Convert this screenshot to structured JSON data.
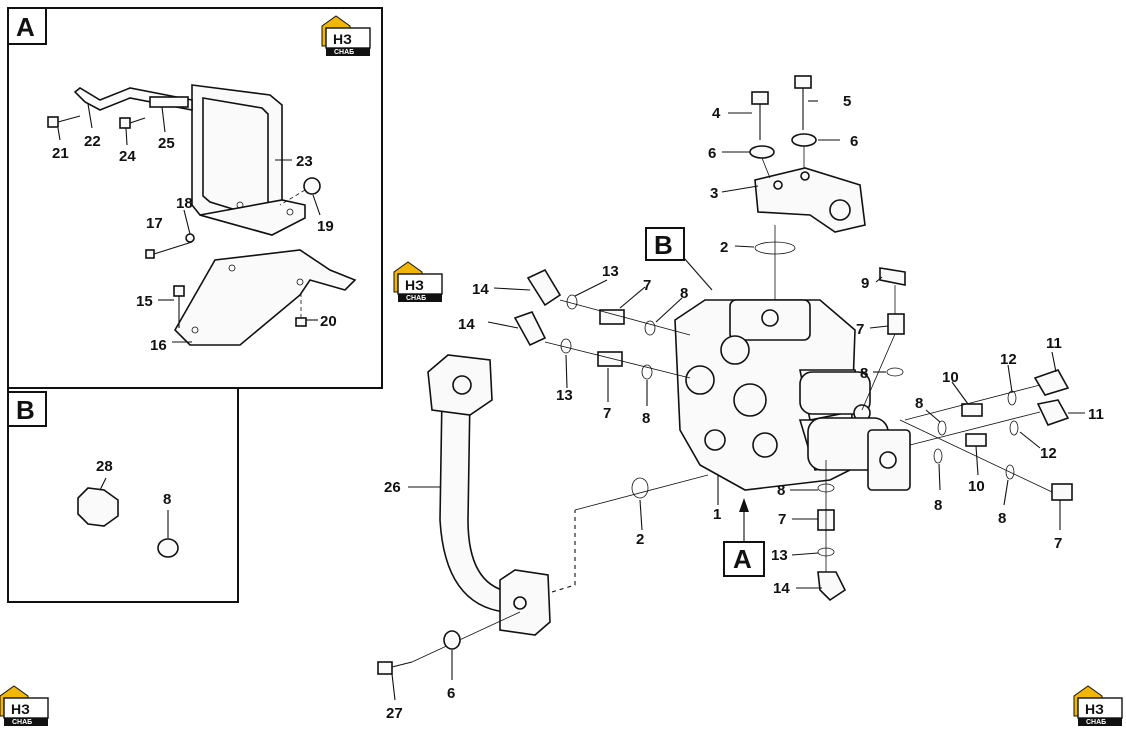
{
  "brand": {
    "logo_main": "НЗ",
    "logo_sub": "СНАБ",
    "accent_color": "#f2b705"
  },
  "insets": {
    "a_label": "A",
    "b_label": "B"
  },
  "main_letters": {
    "b_callout": "B",
    "a_callout": "A"
  },
  "callouts": {
    "c1": "1",
    "c2a": "2",
    "c2b": "2",
    "c3": "3",
    "c4": "4",
    "c5": "5",
    "c6a": "6",
    "c6b": "6",
    "c6c": "6",
    "c7a": "7",
    "c7b": "7",
    "c7c": "7",
    "c7d": "7",
    "c7e": "7",
    "c8a": "8",
    "c8b": "8",
    "c8c": "8",
    "c8d": "8",
    "c8e": "8",
    "c8f": "8",
    "c8g": "8",
    "c8h": "8",
    "c9": "9",
    "c10a": "10",
    "c10b": "10",
    "c11a": "11",
    "c11b": "11",
    "c12a": "12",
    "c12b": "12",
    "c13a": "13",
    "c13b": "13",
    "c13c": "13",
    "c14a": "14",
    "c14b": "14",
    "c14c": "14",
    "c15": "15",
    "c16": "16",
    "c17": "17",
    "c18": "18",
    "c19": "19",
    "c20": "20",
    "c21": "21",
    "c22": "22",
    "c23": "23",
    "c24": "24",
    "c25": "25",
    "c26": "26",
    "c27": "27",
    "c28": "28",
    "c8i": "8"
  }
}
